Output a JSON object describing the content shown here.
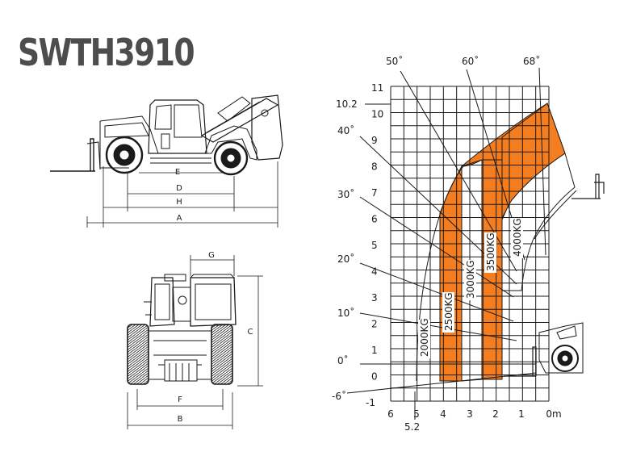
{
  "title": "SWTH3910",
  "side_view": {
    "dimensions": [
      "E",
      "D",
      "H",
      "A"
    ]
  },
  "front_view": {
    "dimensions": [
      "G",
      "C",
      "F",
      "B"
    ]
  },
  "load_chart": {
    "height_ticks": [
      "11",
      "10",
      "9",
      "8",
      "7",
      "6",
      "5",
      "4",
      "3",
      "2",
      "1",
      "0",
      "-1"
    ],
    "reach_ticks": [
      "6",
      "5",
      "4",
      "3",
      "2",
      "1",
      "0m"
    ],
    "max_height_label": "10.2",
    "reach_extra_label": "5.2",
    "angle_labels_left": [
      "40˚",
      "30˚",
      "20˚",
      "10˚",
      "0˚",
      "-6˚"
    ],
    "angle_labels_top": [
      "50˚",
      "60˚",
      "68˚"
    ],
    "load_zones": [
      "2000KG",
      "2500KG",
      "3000KG",
      "3500KG",
      "4000KG"
    ],
    "colors": {
      "zone_fill": "#f47d20",
      "grid": "#1a1a1a",
      "title": "#4d4d4d"
    }
  }
}
